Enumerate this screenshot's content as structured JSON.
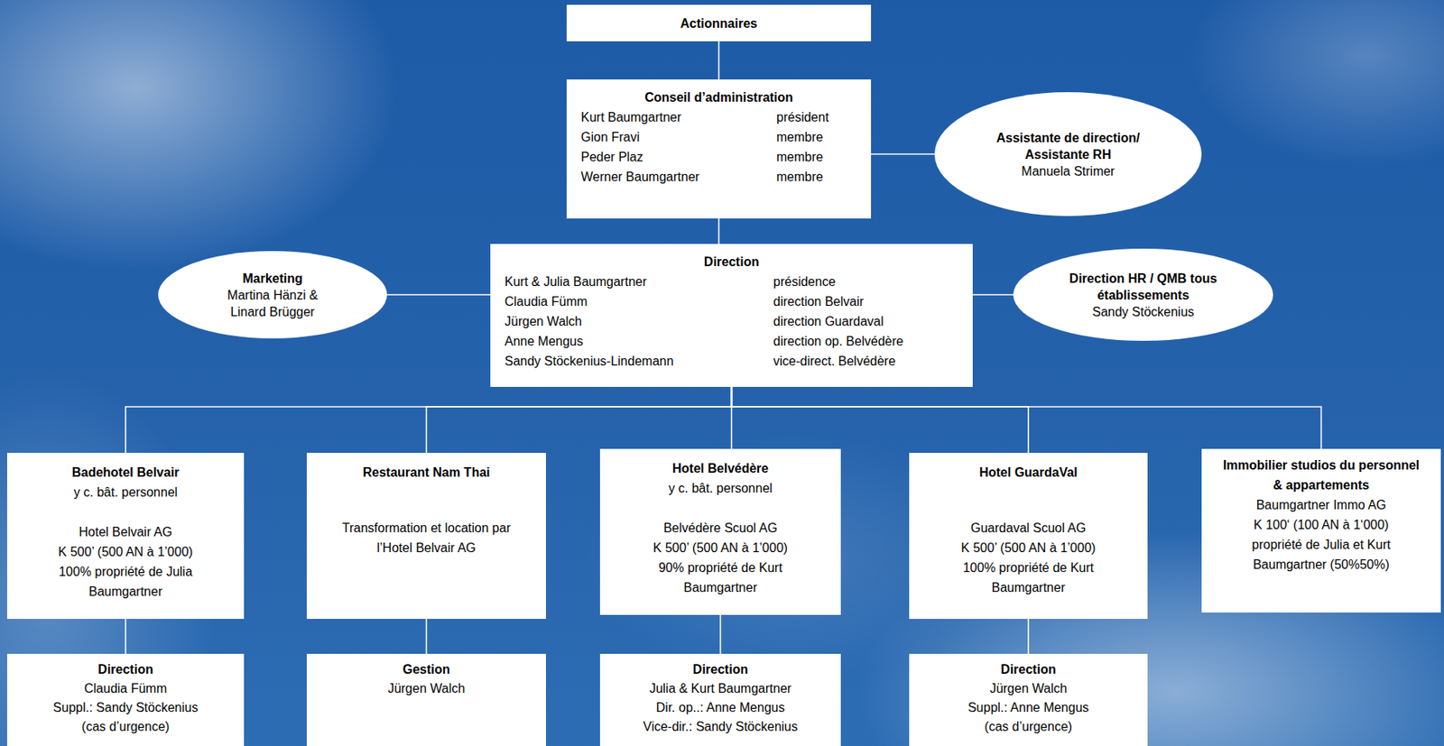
{
  "diagram": {
    "nodes": [
      {
        "text": [
          "Actionnaires"
        ]
      },
      {
        "text": [
          "Conseil d’administration",
          "Kurt Baumgartner",
          "président",
          "Gion Fravi",
          "membre",
          "Peder Plaz",
          "membre",
          "Werner Baumgartner",
          "membre"
        ]
      },
      {
        "text": [
          "Assistante de direction/ Assistante RH",
          "Manuela Strimer"
        ]
      },
      {
        "text": [
          "Marketing",
          "Martina Hänzi & Linard Brügger"
        ]
      },
      {
        "text": [
          "Direction",
          "Kurt & Julia Baumgartner",
          "présidence",
          "Claudia Fümm",
          "direction Belvair",
          "Jürgen Walch",
          "direction Guardaval",
          "Anne Mengus",
          "direction op. Belvédère",
          "Sandy Stöckenius-Lindemann",
          "vice-direct. Belvédère"
        ]
      },
      {
        "text": [
          "Direction HR / QMB tous établissements",
          "Sandy Stöckenius"
        ]
      },
      {
        "text": [
          "Badehotel Belvair",
          "y c. bât. personnel",
          "Hotel Belvair AG",
          "K 500’ (500 AN à 1’000)",
          "100% propriété de Julia Baumgartner"
        ]
      },
      {
        "text": [
          "Restaurant Nam Thai",
          "Transformation et location par l’Hotel Belvair AG"
        ]
      },
      {
        "text": [
          "Hotel Belvédère",
          "y c. bât. personnel",
          "Belvédère Scuol AG",
          "K 500’ (500 AN à 1’000)",
          "90% propriété de Kurt Baumgartner"
        ]
      },
      {
        "text": [
          "Hotel GuardaVal",
          "Guardaval Scuol AG",
          "K 500’ (500 AN à 1’000)",
          "100% propriété de Kurt Baumgartner"
        ]
      },
      {
        "text": [
          "Immobilier studios du personnel & appartements",
          "Baumgartner Immo AG",
          "K 100‘ (100 AN à 1‘000)",
          "propriété de Julia et Kurt Baumgartner (50%50%)"
        ]
      },
      {
        "text": [
          "Direction",
          "Claudia Fümm",
          "Suppl.: Sandy Stöckenius",
          "(cas d’urgence)"
        ]
      },
      {
        "text": [
          "Gestion",
          "Jürgen Walch"
        ]
      },
      {
        "text": [
          "Direction",
          "Julia & Kurt Baumgartner",
          "Dir. op..: Anne Mengus",
          "Vice-dir.: Sandy Stöckenius"
        ]
      },
      {
        "text": [
          "Direction",
          "Jürgen Walch",
          "Suppl.: Anne Mengus",
          "(cas d’urgence)"
        ]
      }
    ],
    "edges": [
      {
        "from": 0,
        "to": 1,
        "arrow": "none"
      },
      {
        "from": 1,
        "to": 2,
        "arrow": "none"
      },
      {
        "from": 3,
        "to": 4,
        "arrow": "none"
      },
      {
        "from": 4,
        "to": 5,
        "arrow": "none"
      },
      {
        "from": 1,
        "to": 4,
        "arrow": "none"
      },
      {
        "from": 4,
        "to": 6,
        "arrow": "none"
      },
      {
        "from": 4,
        "to": 7,
        "arrow": "none"
      },
      {
        "from": 4,
        "to": 8,
        "arrow": "none"
      },
      {
        "from": 4,
        "to": 9,
        "arrow": "none"
      },
      {
        "from": 4,
        "to": 10,
        "arrow": "none"
      },
      {
        "from": 6,
        "to": 11,
        "arrow": "none"
      },
      {
        "from": 7,
        "to": 12,
        "arrow": "none"
      },
      {
        "from": 8,
        "to": 13,
        "arrow": "none"
      },
      {
        "from": 9,
        "to": 14,
        "arrow": "none"
      }
    ]
  }
}
